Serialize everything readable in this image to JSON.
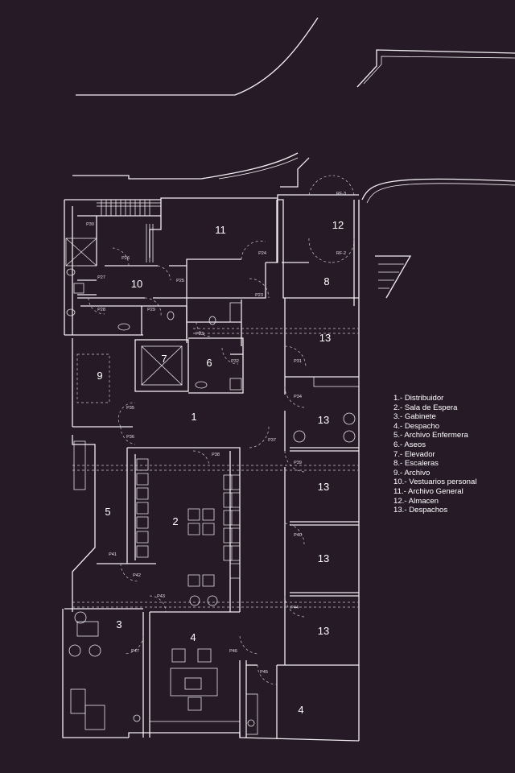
{
  "rooms": [
    {
      "id": "r1",
      "label": "1"
    },
    {
      "id": "r2",
      "label": "2"
    },
    {
      "id": "r3",
      "label": "3"
    },
    {
      "id": "r4a",
      "label": "4"
    },
    {
      "id": "r4b",
      "label": "4"
    },
    {
      "id": "r5",
      "label": "5"
    },
    {
      "id": "r6",
      "label": "6"
    },
    {
      "id": "r7",
      "label": "7"
    },
    {
      "id": "r8",
      "label": "8"
    },
    {
      "id": "r9",
      "label": "9"
    },
    {
      "id": "r10",
      "label": "10"
    },
    {
      "id": "r11",
      "label": "11"
    },
    {
      "id": "r12",
      "label": "12"
    },
    {
      "id": "r13a",
      "label": "13"
    },
    {
      "id": "r13b",
      "label": "13"
    },
    {
      "id": "r13c",
      "label": "13"
    },
    {
      "id": "r13d",
      "label": "13"
    },
    {
      "id": "r13e",
      "label": "13"
    }
  ],
  "doors": [
    "RF-3",
    "RF-2",
    "P30",
    "P26",
    "P27",
    "P25",
    "P24",
    "P28",
    "P29",
    "P23",
    "P33",
    "P32",
    "P31",
    "P34",
    "P35",
    "P36",
    "P37",
    "P38",
    "P39",
    "P40",
    "P41",
    "P42",
    "P43",
    "P44",
    "P45",
    "P46",
    "P47"
  ],
  "legend": [
    "1.- Distribuidor",
    "2.- Sala de Espera",
    "3.- Gabinete",
    "4.- Despacho",
    "5.- Archivo Enfermera",
    "6.- Aseos",
    "7.- Elevador",
    "8.- Escaleras",
    "9.- Archivo",
    "10.- Vestuarios personal",
    "11.- Archivo General",
    "12.- Almacen",
    "13.- Despachos"
  ],
  "colors": {
    "background": "#251a26",
    "lines": "#f2eef2",
    "text": "#ffffff"
  }
}
